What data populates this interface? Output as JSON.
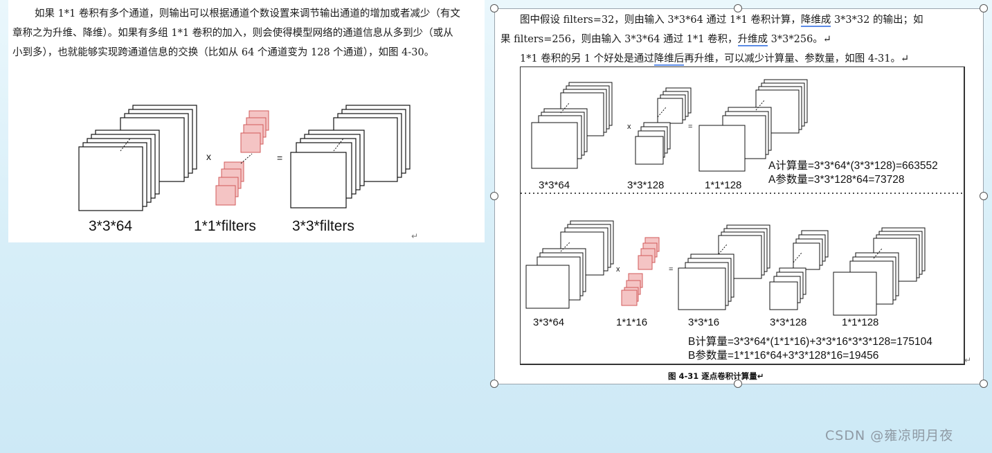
{
  "left_document": {
    "paragraph": "如果 1*1 卷积有多个通道，则输出可以根据通道个数设置来调节输出通道的增加或者减少（有文章称之为升维、降维）。如果有多组 1*1 卷积的加入，则会使得模型网络的通道信息从多到少（或从小到多），也就能够实现跨通道信息的交换（比如从 64 个通道变为 128 个通道），如图 4-30。",
    "return_mark": "↵",
    "figure": {
      "label_input": "3*3*64",
      "label_filters": "1*1*filters",
      "label_output": "3*3*filters",
      "times_sign": "x",
      "equals_sign": "="
    }
  },
  "right_document": {
    "line1_a": "图中假设 filters=32，则由输入 3*3*64 通过 1*1 卷积计算，",
    "line1_b": "降维成",
    "line1_c": " 3*3*32 的输出；如",
    "line2_a": "果 filters=256，则由输入 3*3*64 通过 1*1 卷积，",
    "line2_b": "升维成",
    "line2_c": " 3*3*256。↵",
    "line3_a": "1*1 卷积的另 1 个好处是通过",
    "line3_b": "降维后",
    "line3_c": "再升维，可以减少计算量、参数量，如图 4-31。↵",
    "figure": {
      "top_labels": [
        "3*3*64",
        "3*3*128",
        "1*1*128"
      ],
      "top_times": "x",
      "top_equals": "=",
      "calc_a1": "A计算量=3*3*64*(3*3*128)=663552",
      "calc_a2": "A参数量=3*3*128*64=73728",
      "bottom_labels": [
        "3*3*64",
        "1*1*16",
        "3*3*16",
        "3*3*128",
        "1*1*128"
      ],
      "bottom_times": "x",
      "bottom_equals": "=",
      "calc_b1": "B计算量=3*3*64*(1*1*16)+3*3*16*3*3*128=175104",
      "calc_b2": "B参数量=1*1*16*64+3*3*128*16=19456"
    },
    "caption": "图 4-31  逐点卷积计算量↵",
    "return_mark": "↵"
  },
  "watermark": "CSDN @雍凉明月夜"
}
